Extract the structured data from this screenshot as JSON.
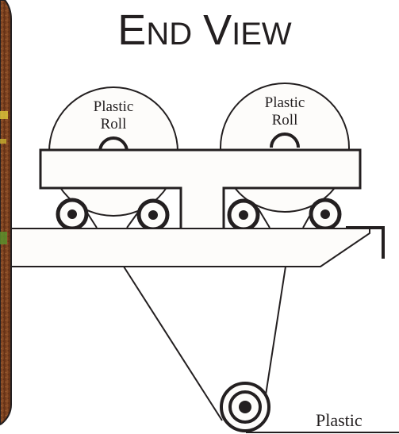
{
  "title": {
    "first_initial": "E",
    "first_rest": "ND",
    "second_initial": "V",
    "second_rest": "IEW"
  },
  "rolls": [
    {
      "line1": "Plastic",
      "line2": "Roll"
    },
    {
      "line1": "Plastic",
      "line2": "Roll"
    }
  ],
  "bottom_label": "Plastic",
  "colors": {
    "ink": "#231f20",
    "fill": "#fdfcfa",
    "photo_strip": "#8a4a24"
  }
}
